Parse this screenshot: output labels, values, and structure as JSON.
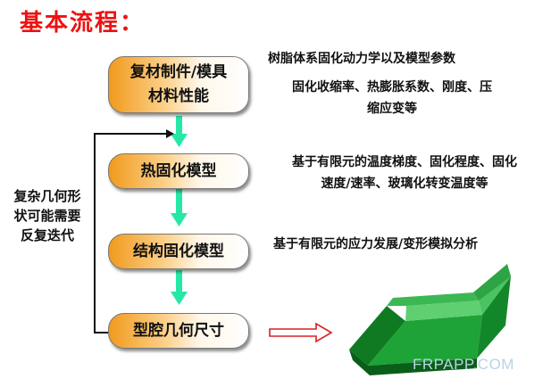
{
  "title": "基本流程：",
  "steps": [
    {
      "label_line1": "复材制件/模具",
      "label_line2": "材料性能"
    },
    {
      "label": "热固化模型"
    },
    {
      "label": "结构固化模型"
    },
    {
      "label": "型腔几何尺寸"
    }
  ],
  "notes": {
    "n1_line1": "树脂体系固化动力学以及模型参数",
    "n2_line1": "固化收缩率、热膨胀系数、刚度、压",
    "n2_line2": "缩应变等",
    "n3_line1": "基于有限元的温度梯度、固化程度、固化",
    "n3_line2": "速度/速率、玻璃化转变温度等",
    "n4_line1": "基于有限元的应力发展/变形模拟分析"
  },
  "side_label": {
    "line1": "复杂几何形",
    "line2": "状可能需要",
    "line3": "反复迭代"
  },
  "watermark": "FRPAPP.COM",
  "colors": {
    "title": "#ee1111",
    "pill_orange": "#f19a1c",
    "step_arrow": "#26e8a6",
    "output_arrow": "#d92020",
    "part_green": "#1a9a2a"
  }
}
